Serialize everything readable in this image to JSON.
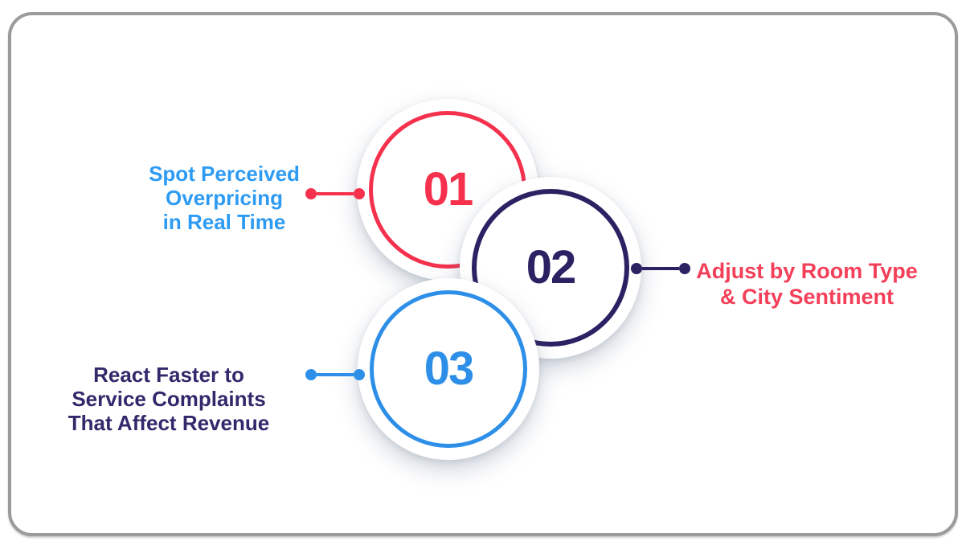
{
  "card": {
    "background": "#ffffff",
    "border_color": "#9b9b9b"
  },
  "colors": {
    "step1_red": "#f5314d",
    "step2_navy": "#2b2163",
    "step3_blue": "#2e8fe8",
    "label1_blue": "#2e9bf3",
    "label2_red": "#f43f59",
    "label3_navy": "#33286b"
  },
  "steps": [
    {
      "number": "01",
      "ring_color": "#f5314d",
      "number_color": "#f5314d",
      "connector_color": "#f5314d",
      "connector_side": "left",
      "label_color": "#2e9bf3",
      "label_lines": [
        "Spot Perceived",
        "Overpricing",
        "in Real Time"
      ]
    },
    {
      "number": "02",
      "ring_color": "#2b2163",
      "number_color": "#2b2163",
      "connector_color": "#2b2163",
      "connector_side": "right",
      "label_color": "#f43f59",
      "label_lines": [
        "Adjust by Room Type",
        "& City Sentiment"
      ]
    },
    {
      "number": "03",
      "ring_color": "#2e8fe8",
      "number_color": "#2e8fe8",
      "connector_color": "#2e8fe8",
      "connector_side": "left",
      "label_color": "#33286b",
      "label_lines": [
        "React Faster to",
        "Service Complaints",
        "That Affect Revenue"
      ]
    }
  ]
}
